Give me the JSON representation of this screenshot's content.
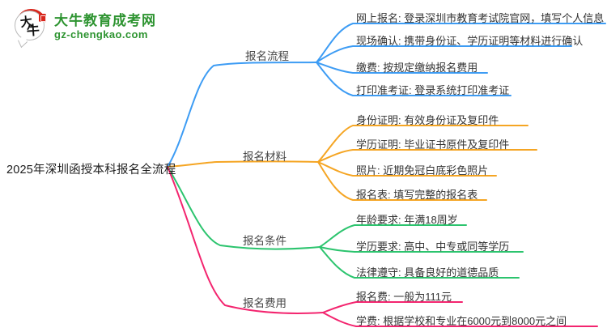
{
  "logo": {
    "title": "大牛教育成考网",
    "subtitle": "gz-chengkao.com",
    "icon": "daniu-ox-mascot-icon",
    "brand_color": "#2e9431",
    "seal_color": "#d8261c"
  },
  "root": {
    "label": "2025年深圳函授本科报名全流程"
  },
  "branches": [
    {
      "label": "报名流程",
      "color": "#3d9cf4",
      "leaves": [
        "网上报名: 登录深圳市教育考试院官网，填写个人信息",
        "现场确认: 携带身份证、学历证明等材料进行确认",
        "缴费: 按规定缴纳报名费用",
        "打印准考证: 登录系统打印准考证"
      ]
    },
    {
      "label": "报名材料",
      "color": "#f5a523",
      "leaves": [
        "身份证明: 有效身份证及复印件",
        "学历证明: 毕业证书原件及复印件",
        "照片: 近期免冠白底彩色照片",
        "报名表: 填写完整的报名表"
      ]
    },
    {
      "label": "报名条件",
      "color": "#2cc46e",
      "leaves": [
        "年龄要求: 年满18周岁",
        "学历要求: 高中、中专或同等学历",
        "法律遵守: 具备良好的道德品质"
      ]
    },
    {
      "label": "报名费用",
      "color": "#f3256f",
      "leaves": [
        "报名费: 一般为111元",
        "学费: 根据学校和专业在6000元到8000元之间"
      ]
    }
  ]
}
